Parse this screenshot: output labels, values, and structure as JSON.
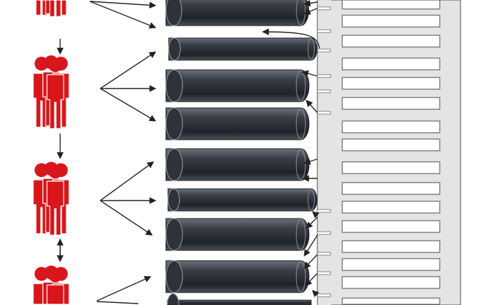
{
  "diagram": {
    "people_groups": 4,
    "cylinders": 9,
    "slots": 16,
    "colors": {
      "person": "#d8161b",
      "cylinder_dark": "#2b2f36",
      "cylinder_light": "#5b616b",
      "panel": "#e4e4e4",
      "panel_border": "#666666",
      "slot": "#ffffff",
      "arrow": "#222222"
    }
  }
}
